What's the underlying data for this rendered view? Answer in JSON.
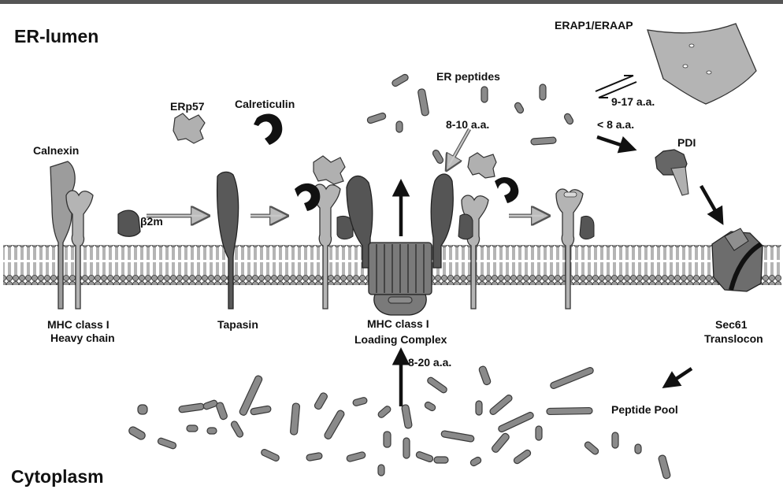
{
  "compartments": {
    "lumen": "ER-lumen",
    "cytoplasm": "Cytoplasm"
  },
  "labels": {
    "calnexin": "Calnexin",
    "erp57": "ERp57",
    "calreticulin": "Calreticulin",
    "b2m": "β2m",
    "er_peptides": "ER peptides",
    "erap": "ERAP1/ERAAP",
    "len_9_17": "9-17 a.a.",
    "len_lt8": "< 8 a.a.",
    "len_8_10": "8-10 a.a.",
    "pdi": "PDI",
    "mhc_heavy_1": "MHC class I",
    "mhc_heavy_2": "Heavy chain",
    "tapasin": "Tapasin",
    "plc_1": "MHC class I",
    "plc_2": "Loading Complex",
    "sec61_1": "Sec61",
    "sec61_2": "Translocon",
    "len_8_20": "8-20 a.a.",
    "peptide_pool": "Peptide Pool"
  },
  "colors": {
    "protein_light": "#a9a9a9",
    "protein_mid": "#8f8f8f",
    "protein_dark": "#555555",
    "chaperone_dark": "#111111",
    "membrane_head": "#9a9a9a",
    "arrow_light": "#b8b8b8",
    "arrow_dark": "#111111"
  }
}
